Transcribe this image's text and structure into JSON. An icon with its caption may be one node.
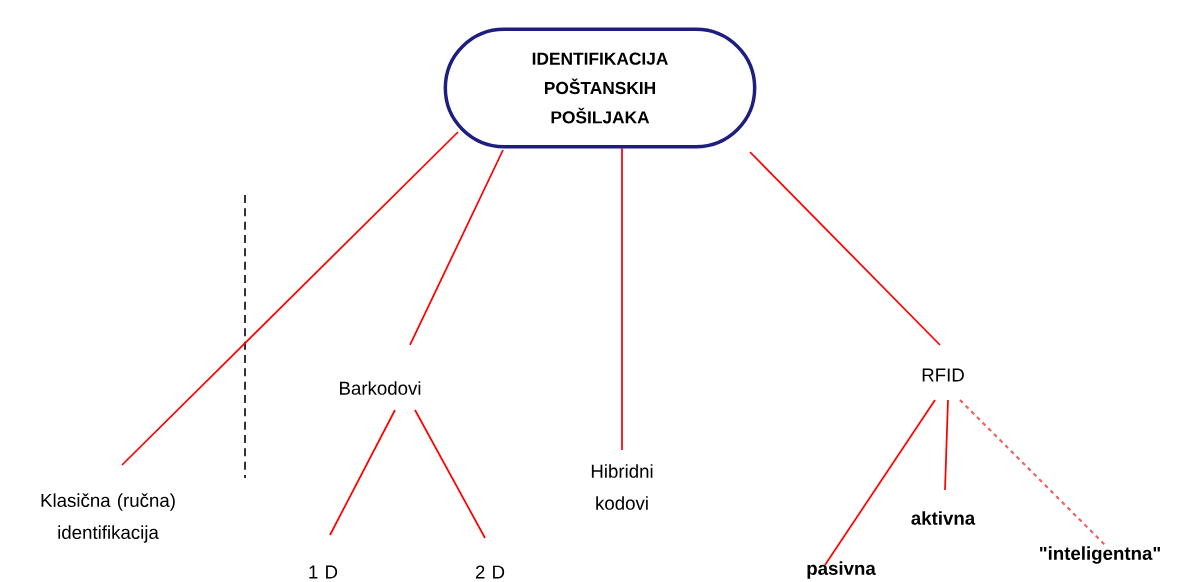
{
  "diagram": {
    "nodes": [
      {
        "text": [
          "IDENTIFIKACIJA POŠTANSKIH POŠILJAKA"
        ]
      },
      {
        "text": [
          "Klasična (ručna) identifikacija"
        ]
      },
      {
        "text": [
          "Barkodovi"
        ]
      },
      {
        "text": [
          "Hibridni kodovi"
        ]
      },
      {
        "text": [
          "RFID"
        ]
      },
      {
        "text": [
          "1 D"
        ]
      },
      {
        "text": [
          "2 D"
        ]
      },
      {
        "text": [
          "pasivna"
        ]
      },
      {
        "text": [
          "aktivna"
        ]
      },
      {
        "text": [
          "\"inteligentna\""
        ]
      }
    ],
    "edges": [
      {
        "from": 0,
        "to": 1,
        "arrow": "none"
      },
      {
        "from": 0,
        "to": 2,
        "arrow": "none"
      },
      {
        "from": 0,
        "to": 3,
        "arrow": "none"
      },
      {
        "from": 0,
        "to": 4,
        "arrow": "none"
      },
      {
        "from": 2,
        "to": 5,
        "arrow": "none"
      },
      {
        "from": 2,
        "to": 6,
        "arrow": "none"
      },
      {
        "from": 4,
        "to": 7,
        "arrow": "none"
      },
      {
        "from": 4,
        "to": 8,
        "arrow": "none"
      },
      {
        "from": 4,
        "to": 9,
        "arrow": "none",
        "style": "dashed",
        "color": "#f06060"
      }
    ]
  }
}
